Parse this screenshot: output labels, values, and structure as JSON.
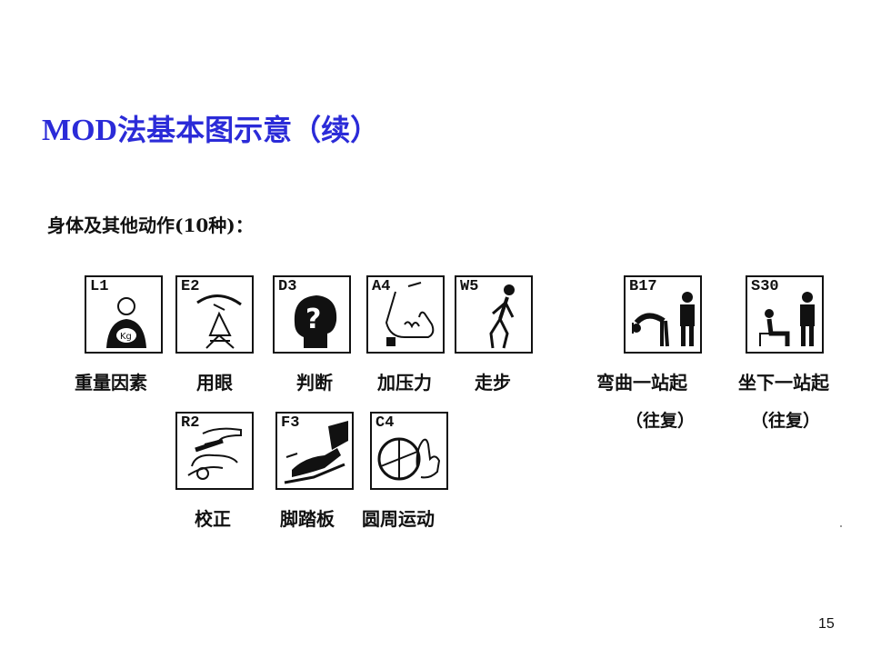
{
  "title": {
    "latin": "MOD",
    "cjk": "法基本图示意（续）"
  },
  "intro": "身体及其他动作(10种)：",
  "cards": {
    "l1": {
      "code": "L1",
      "label": "重量因素"
    },
    "e2": {
      "code": "E2",
      "label": "用眼"
    },
    "d3": {
      "code": "D3",
      "label": "判断"
    },
    "a4": {
      "code": "A4",
      "label": "加压力"
    },
    "w5": {
      "code": "W5",
      "label": "走步"
    },
    "b17": {
      "code": "B17",
      "label": "弯曲一站起",
      "sub": "（往复）"
    },
    "s30": {
      "code": "S30",
      "label": "坐下一站起",
      "sub": "（往复）"
    },
    "r2": {
      "code": "R2",
      "label": "校正"
    },
    "f3": {
      "code": "F3",
      "label": "脚踏板"
    },
    "c4": {
      "code": "C4",
      "label": "圆周运动"
    }
  },
  "page_number": "15"
}
